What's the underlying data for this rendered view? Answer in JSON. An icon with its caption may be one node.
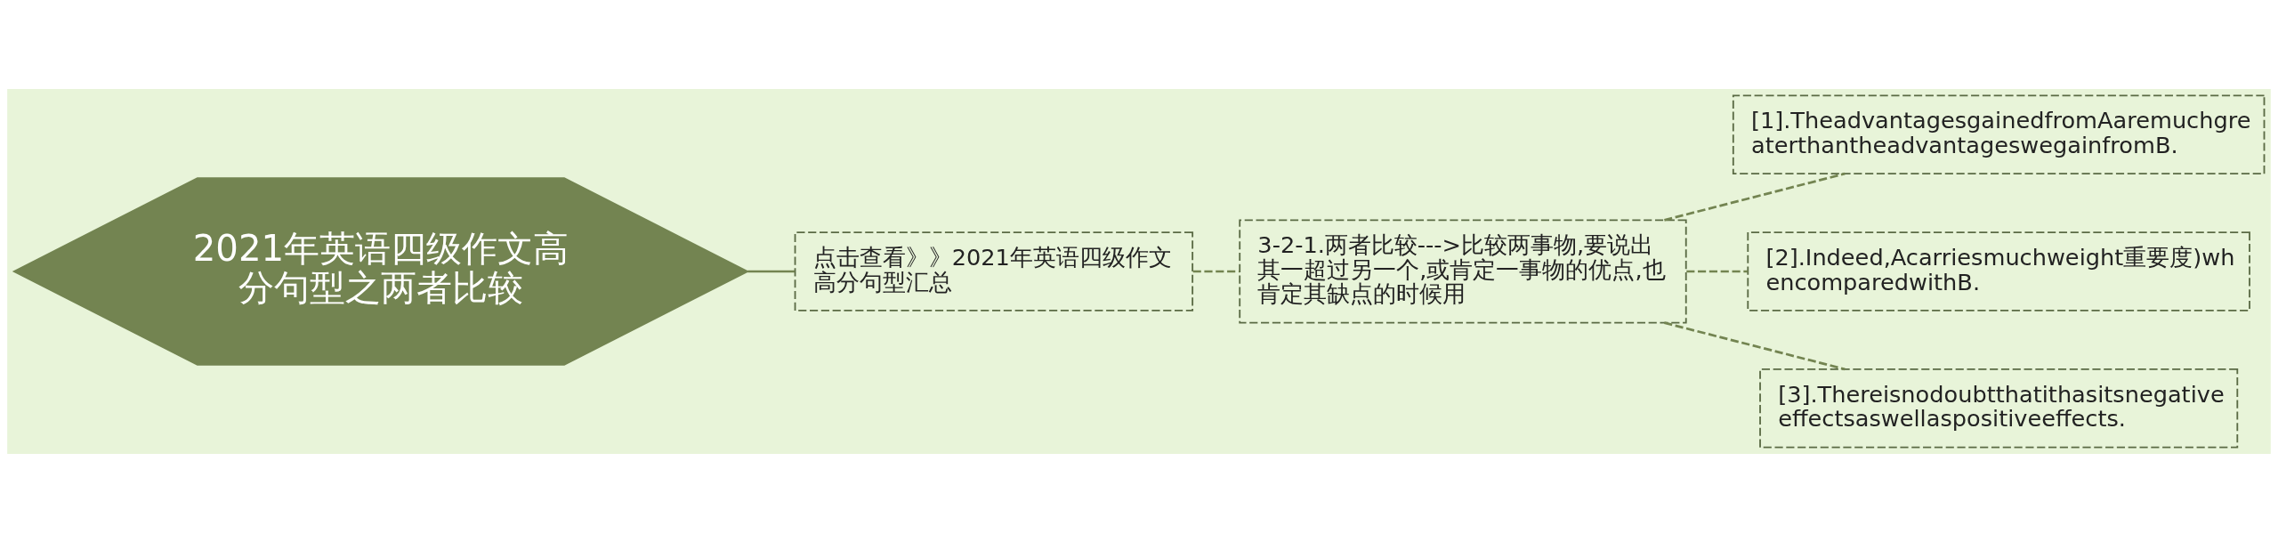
{
  "diagram": {
    "nodes": [
      {
        "text": [
          "2021年英语四级作文高分句型之两者比较"
        ]
      },
      {
        "text": [
          "点击查看》》2021年英语四级作文高分句型汇总"
        ]
      },
      {
        "text": [
          "3-2-1.两者比较--->比较两事物,要说出其一超过另一个,或肯定一事物的优点,也肯定其缺点的时候用"
        ]
      },
      {
        "text": [
          "[1].TheadvantagesgainedfromAaremuchgreaterthantheadvantageswegainfromB."
        ]
      },
      {
        "text": [
          "[2].Indeed,Acarriesmuchweight重要度)whencomparedwithB."
        ]
      },
      {
        "text": [
          "[3].Thereisnodoubtthatithasitsnegativeeffectsaswellaspositiveeffects."
        ]
      }
    ],
    "edges": [
      {
        "from": 0,
        "to": 1,
        "arrow": "none"
      },
      {
        "from": 1,
        "to": 2,
        "arrow": "none",
        "style": "dashed"
      },
      {
        "from": 2,
        "to": 3,
        "arrow": "none",
        "style": "dashed"
      },
      {
        "from": 2,
        "to": 4,
        "arrow": "none",
        "style": "dashed"
      },
      {
        "from": 2,
        "to": 5,
        "arrow": "none",
        "style": "dashed"
      }
    ]
  }
}
